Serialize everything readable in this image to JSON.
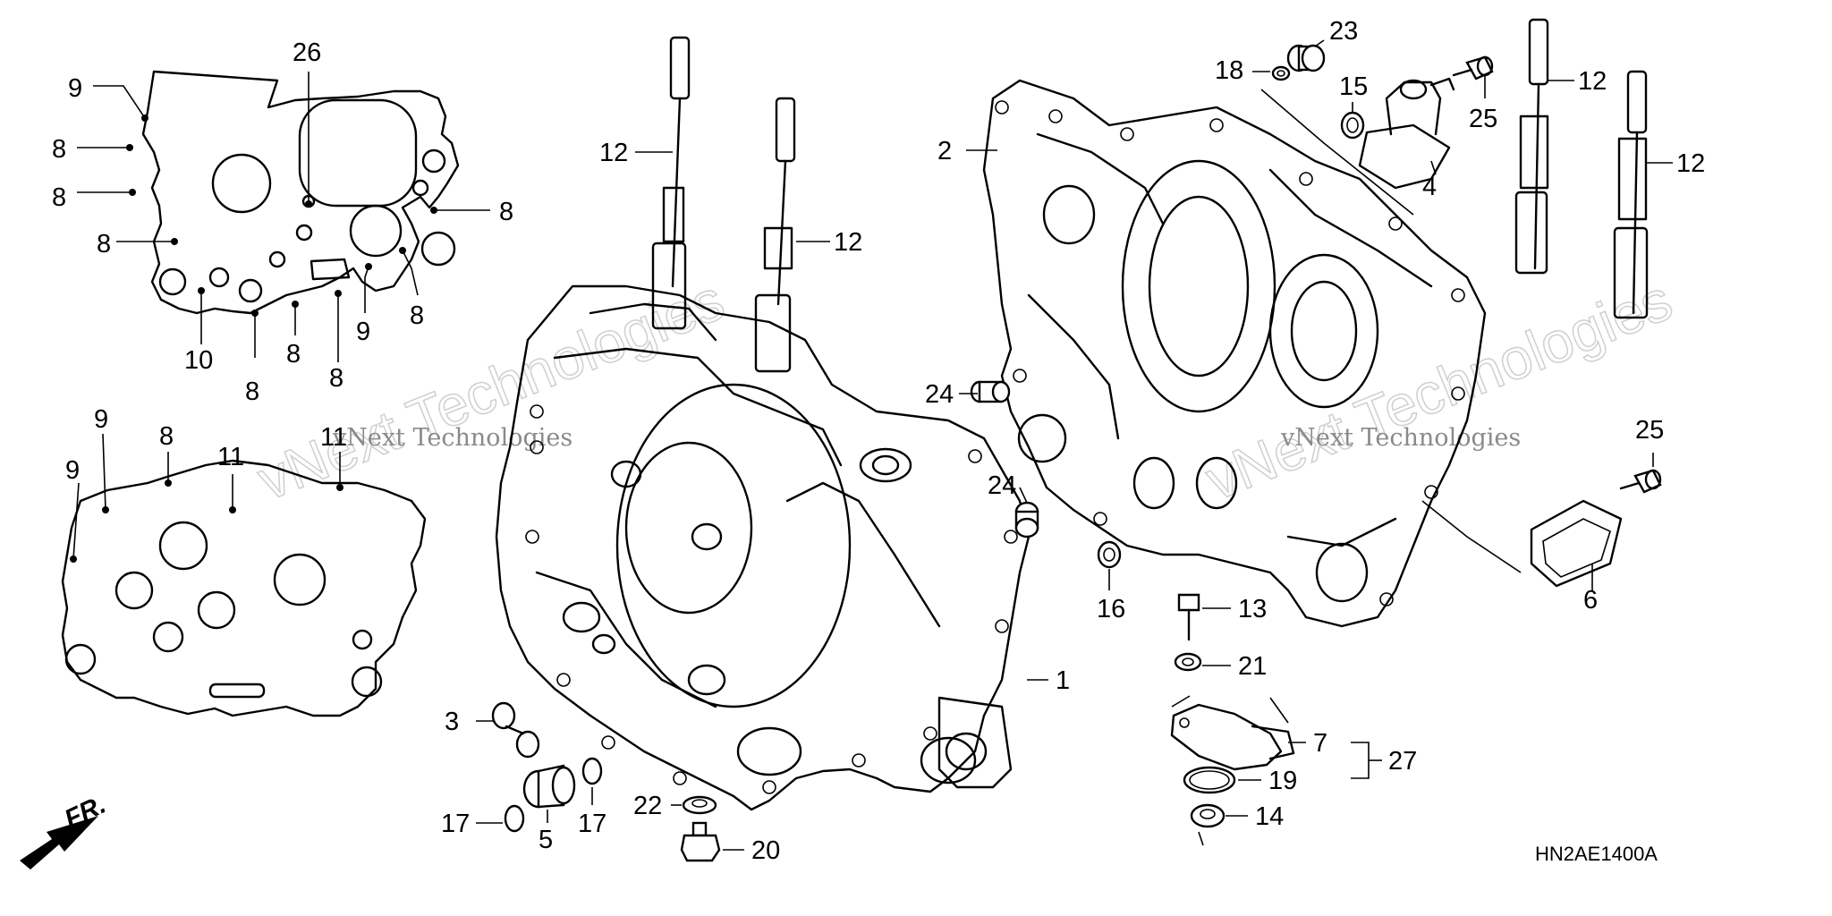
{
  "diagram_code": "HN2AE1400A",
  "direction_label": "FR.",
  "watermark": {
    "brand_large": "vNext Technologies",
    "brand_small": "vNext Technologies"
  },
  "callouts": {
    "c1": "1",
    "c2": "2",
    "c3": "3",
    "c4": "4",
    "c5": "5",
    "c6": "6",
    "c7": "7",
    "c8": "8",
    "c9": "9",
    "c10": "10",
    "c11": "11",
    "c12": "12",
    "c13": "13",
    "c14": "14",
    "c15": "15",
    "c16": "16",
    "c17": "17",
    "c18": "18",
    "c19": "19",
    "c20": "20",
    "c21": "21",
    "c22": "22",
    "c23": "23",
    "c24": "24",
    "c25": "25",
    "c26": "26",
    "c27": "27"
  }
}
